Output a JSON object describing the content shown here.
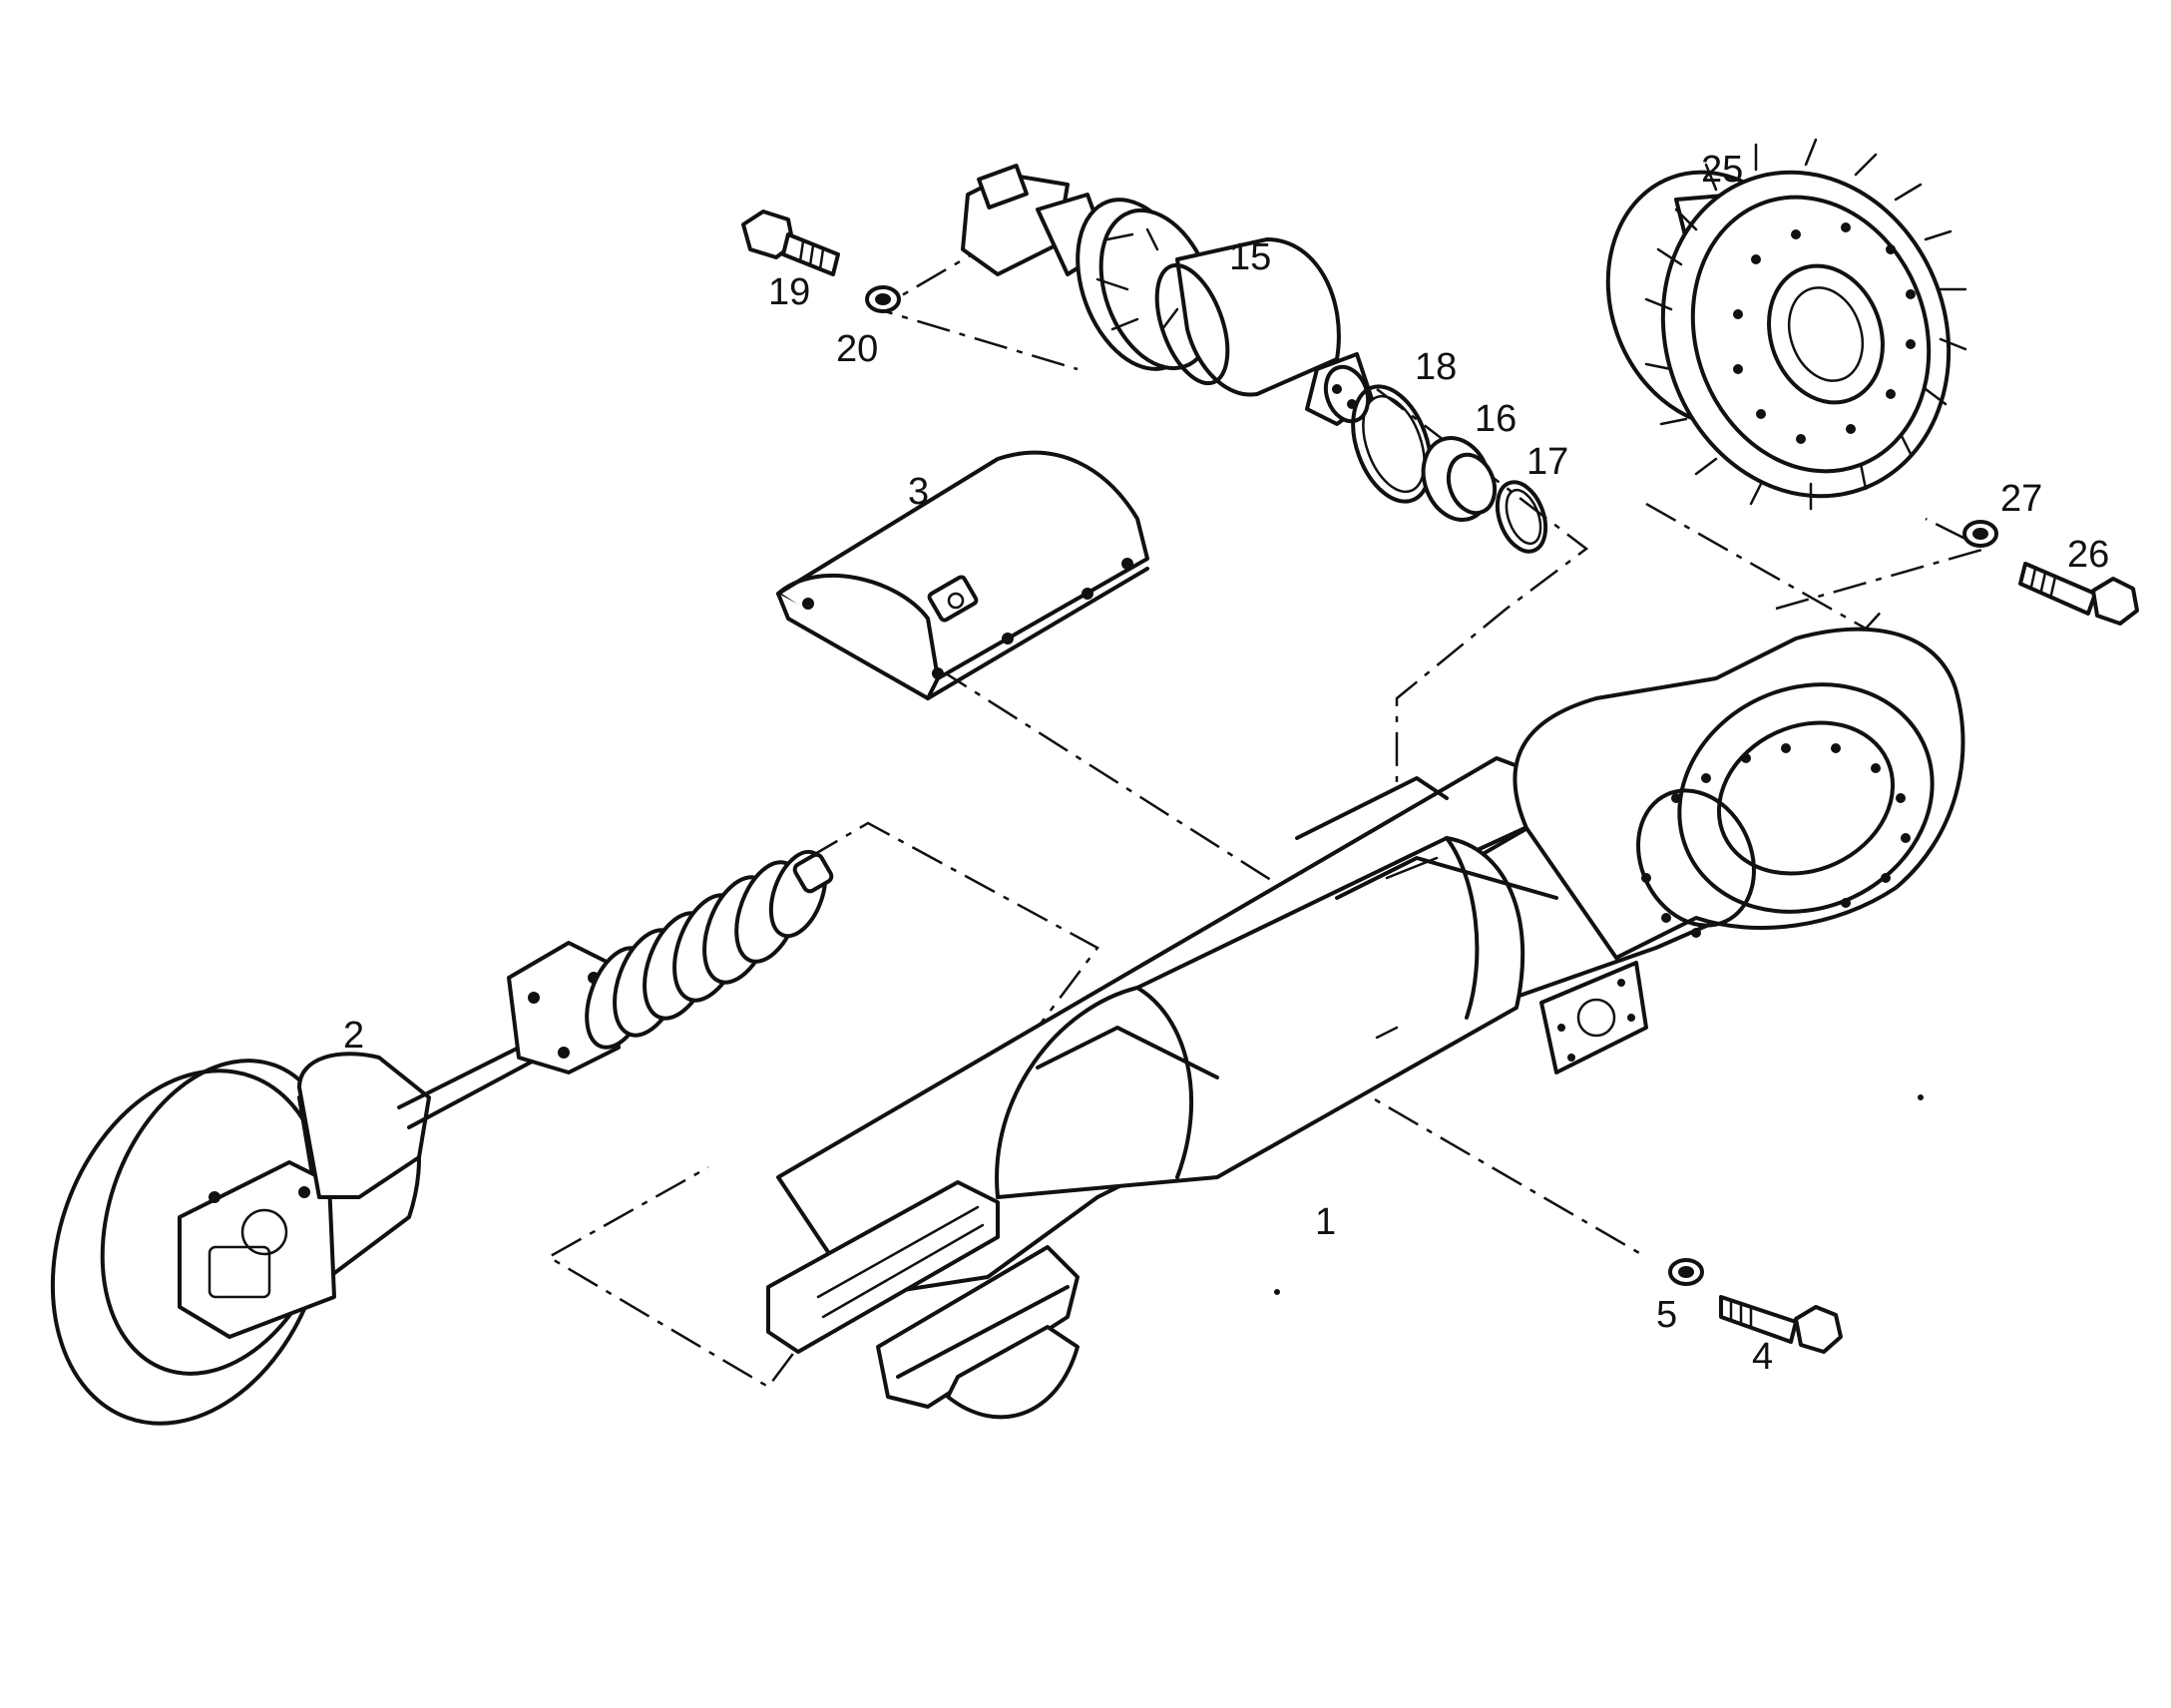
{
  "diagram": {
    "callouts": [
      "1",
      "2",
      "3",
      "4",
      "5",
      "15",
      "16",
      "17",
      "18",
      "19",
      "20",
      "25",
      "26",
      "27"
    ]
  }
}
